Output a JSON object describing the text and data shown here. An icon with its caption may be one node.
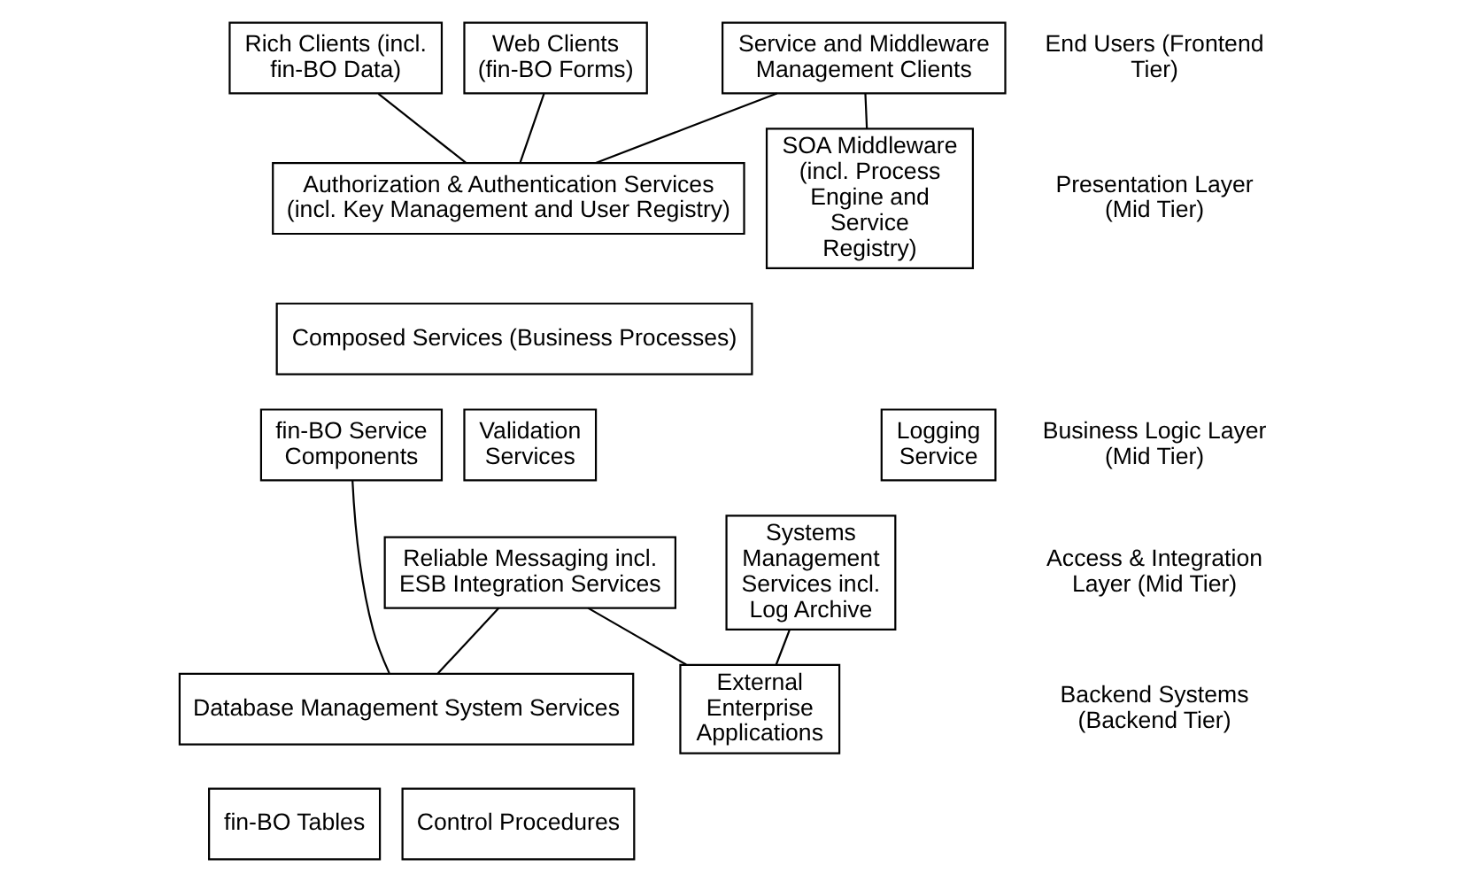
{
  "diagram": {
    "nodes": [
      {
        "text": [
          "Web Clients (fin-BO Forms)"
        ]
      },
      {
        "text": [
          "Rich Clients (incl. fin-BO Data)"
        ]
      },
      {
        "text": [
          "Service and Middleware Management Clients"
        ]
      },
      {
        "text": [
          "Authorization & Authentication Services (incl. Key Management and User Registry)"
        ]
      },
      {
        "text": [
          "SOA Middleware (incl. Process Engine and Service Registry)"
        ]
      },
      {
        "text": [
          "Composed Services (Business Processes)"
        ]
      },
      {
        "text": [
          "fin-BO Service Components"
        ]
      },
      {
        "text": [
          "Validation Services"
        ]
      },
      {
        "text": [
          "Logging Service"
        ]
      },
      {
        "text": [
          "Systems Management Services incl. Log Archive"
        ]
      },
      {
        "text": [
          "Reliable Messaging incl. ESB Integration Services"
        ]
      },
      {
        "text": [
          "Database Management System Services"
        ]
      },
      {
        "text": [
          "External Enterprise Applications"
        ]
      },
      {
        "text": [
          "fin-BO Tables"
        ]
      },
      {
        "text": [
          "Control Procedures"
        ]
      }
    ],
    "edges": [
      {
        "from": 0,
        "to": 3,
        "arrow": "none"
      },
      {
        "from": 1,
        "to": 3,
        "arrow": "none"
      },
      {
        "from": 2,
        "to": 3,
        "arrow": "none"
      },
      {
        "from": 2,
        "to": 4,
        "arrow": "none"
      },
      {
        "from": 6,
        "to": 11,
        "arrow": "none"
      },
      {
        "from": 10,
        "to": 11,
        "arrow": "none"
      },
      {
        "from": 10,
        "to": 12,
        "arrow": "none"
      },
      {
        "from": 9,
        "to": 12,
        "arrow": "none"
      }
    ],
    "labels": [
      "End Users (Frontend Tier)",
      "Presentation Layer (Mid Tier)",
      "Business Logic Layer (Mid Tier)",
      "Access & Integration Layer (Mid Tier)",
      "Backend Systems (Backend Tier)"
    ]
  }
}
